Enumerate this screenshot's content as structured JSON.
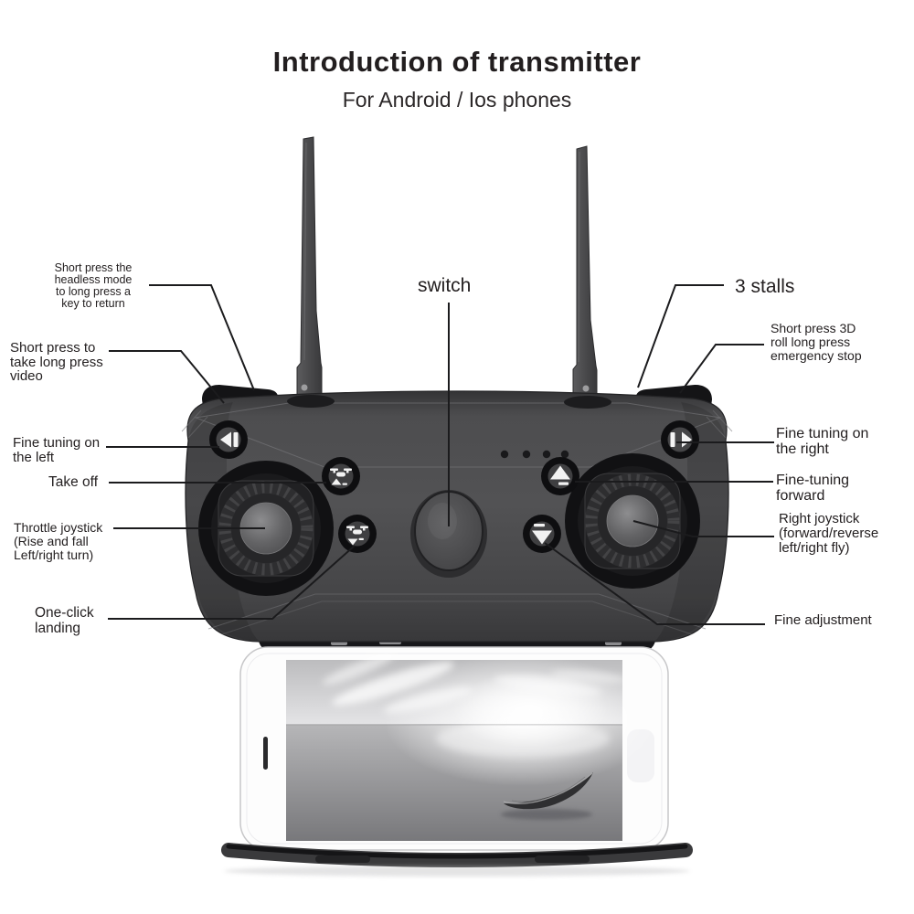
{
  "page": {
    "title": "Introduction of transmitter",
    "subtitle": "For Android / Ios phones"
  },
  "callouts": {
    "headless_mode": "Short press the\nheadless mode\nto long press a\nkey to return",
    "record_video": "Short press to\ntake long press\n video",
    "switch": "switch",
    "three_stalls": "3 stalls",
    "roll_3d": "Short press 3D\nroll long press\nemergency stop",
    "fine_tuning_left": "Fine tuning on\n the left",
    "take_off": "Take off",
    "throttle_joystick": "Throttle joystick\n(Rise and fall\nLeft/right turn)",
    "one_click_landing": "One-click\nlanding",
    "fine_tuning_right": "Fine tuning on\n the right",
    "fine_tuning_forward": "Fine-tuning\nforward",
    "right_joystick": "Right joystick\n(forward/reverse\nleft/right fly)",
    "fine_adjustment": "Fine adjustment"
  },
  "device": {
    "kind": "drone remote controller with smartphone mounted in holder",
    "led_count": 4,
    "icons": [
      "left-arrow-bar-icon",
      "right-arrow-bar-icon",
      "drone-take-off-icon",
      "drone-landing-icon",
      "triangle-up-bar-icon",
      "triangle-down-bar-icon"
    ],
    "colors": {
      "body": "#4c4c4e",
      "button_ring": "#0f0f11",
      "icon": "#f4f4f4",
      "text": "#242021",
      "leader_line": "#1b1b1d",
      "phone": "#fdfdfd",
      "screen_photo": "grayscale seascape with boat"
    }
  }
}
